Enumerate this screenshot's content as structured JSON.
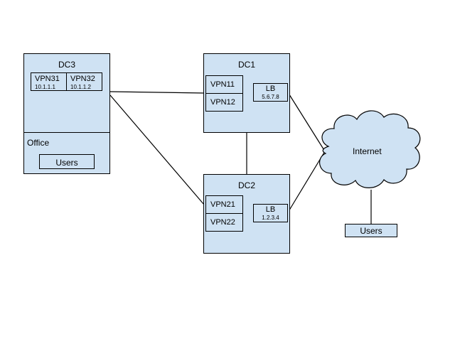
{
  "colors": {
    "box_fill": "#cfe2f3",
    "stroke": "#000000",
    "background": "#ffffff"
  },
  "dc3": {
    "title": "DC3",
    "vpn31": {
      "name": "VPN31",
      "ip": "10.1.1.1"
    },
    "vpn32": {
      "name": "VPN32",
      "ip": "10.1.1.2"
    },
    "office_label": "Office",
    "users_label": "Users"
  },
  "dc1": {
    "title": "DC1",
    "vpn_a": "VPN11",
    "vpn_b": "VPN12",
    "lb": {
      "name": "LB",
      "ip": "5.6.7.8"
    }
  },
  "dc2": {
    "title": "DC2",
    "vpn_a": "VPN21",
    "vpn_b": "VPN22",
    "lb": {
      "name": "LB",
      "ip": "1.2.3.4"
    }
  },
  "internet": {
    "label": "Internet",
    "users_label": "Users"
  }
}
